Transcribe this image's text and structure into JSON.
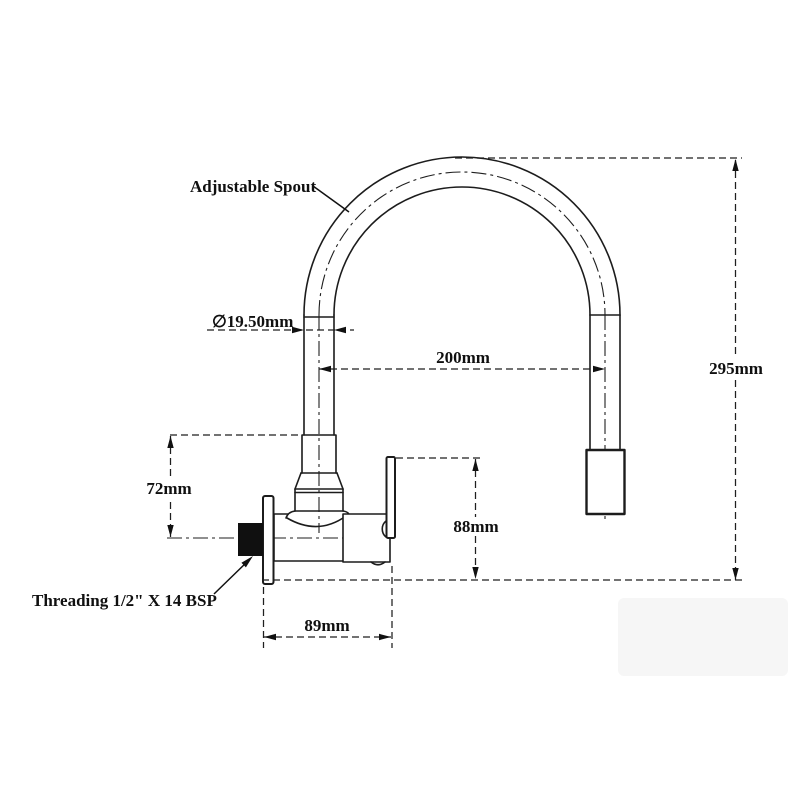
{
  "drawing": {
    "labels": {
      "adjustable_spout": "Adjustable Spout",
      "threading": "Threading 1/2\" X 14 BSP"
    },
    "dimensions": {
      "spout_diameter": "∅19.50mm",
      "spout_reach": "200mm",
      "overall_height": "295mm",
      "inlet_offset": "72mm",
      "body_height": "88mm",
      "body_depth": "89mm"
    },
    "colors": {
      "line": "#1c1c1c",
      "background": "#ffffff"
    }
  }
}
